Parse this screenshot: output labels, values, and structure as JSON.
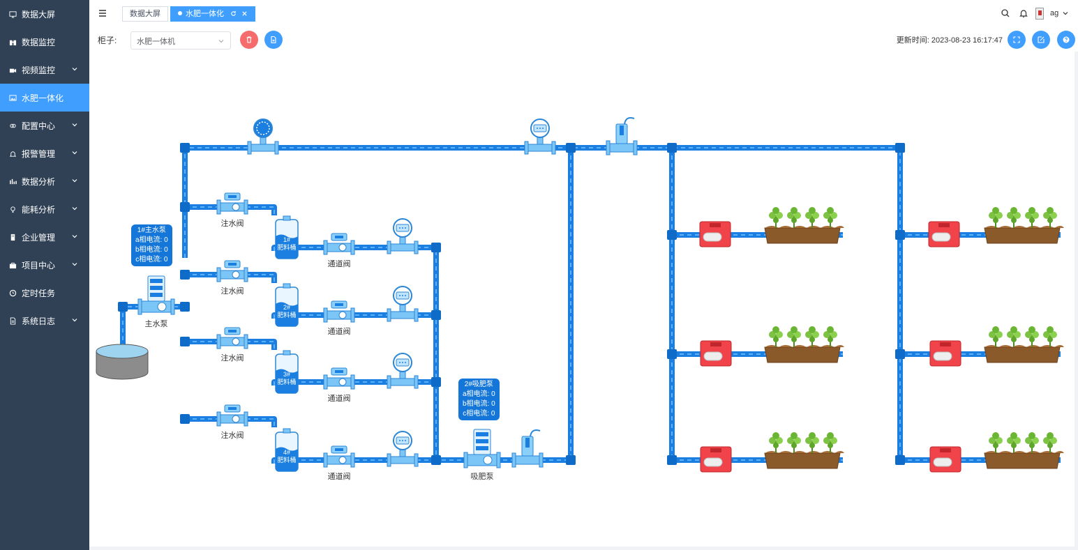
{
  "sidebar": {
    "items": [
      {
        "label": "数据大屏",
        "icon": "monitor-icon",
        "has_sub": false,
        "active": false
      },
      {
        "label": "数据监控",
        "icon": "binoculars-icon",
        "has_sub": false,
        "active": false
      },
      {
        "label": "视频监控",
        "icon": "camera-icon",
        "has_sub": true,
        "active": false
      },
      {
        "label": "水肥一体化",
        "icon": "image-icon",
        "has_sub": false,
        "active": true
      },
      {
        "label": "配置中心",
        "icon": "link-icon",
        "has_sub": true,
        "active": false
      },
      {
        "label": "报警管理",
        "icon": "bell-icon",
        "has_sub": true,
        "active": false
      },
      {
        "label": "数据分析",
        "icon": "bar-chart-icon",
        "has_sub": true,
        "active": false
      },
      {
        "label": "能耗分析",
        "icon": "bulb-icon",
        "has_sub": true,
        "active": false
      },
      {
        "label": "企业管理",
        "icon": "building-icon",
        "has_sub": true,
        "active": false
      },
      {
        "label": "项目中心",
        "icon": "briefcase-icon",
        "has_sub": true,
        "active": false
      },
      {
        "label": "定时任务",
        "icon": "clock-icon",
        "has_sub": false,
        "active": false
      },
      {
        "label": "系统日志",
        "icon": "document-icon",
        "has_sub": true,
        "active": false
      }
    ]
  },
  "tabs": [
    {
      "label": "数据大屏",
      "active": false
    },
    {
      "label": "水肥一体化",
      "active": true
    }
  ],
  "user": {
    "name": "ag"
  },
  "toolbar": {
    "cabinet_label": "柜子:",
    "cabinet_value": "水肥一体机",
    "update_label": "更新时间:",
    "update_time": "2023-08-23 16:17:47"
  },
  "colors": {
    "pipe": "#1a7fe0",
    "accent": "#409eff",
    "danger": "#f56c6c",
    "valve_red": "#e8363a",
    "soil": "#8b5a2b"
  },
  "diagram": {
    "main_pump": {
      "label": "主水泵",
      "box_title": "1#主水泵",
      "a": "a相电流:  0",
      "b": "b相电流:  0",
      "c": "c相电流:  0"
    },
    "suck_pump": {
      "label": "吸肥泵",
      "box_title": "2#吸肥泵",
      "a": "a相电流:  0",
      "b": "b相电流:  0",
      "c": "c相电流:  0"
    },
    "inject_valve_label": "注水阀",
    "channel_valve_label": "通道阀",
    "tanks": [
      {
        "num": "1#",
        "name": "肥料桶"
      },
      {
        "num": "2#",
        "name": "肥料桶"
      },
      {
        "num": "3#",
        "name": "肥料桶"
      },
      {
        "num": "4#",
        "name": "肥料桶"
      }
    ]
  }
}
